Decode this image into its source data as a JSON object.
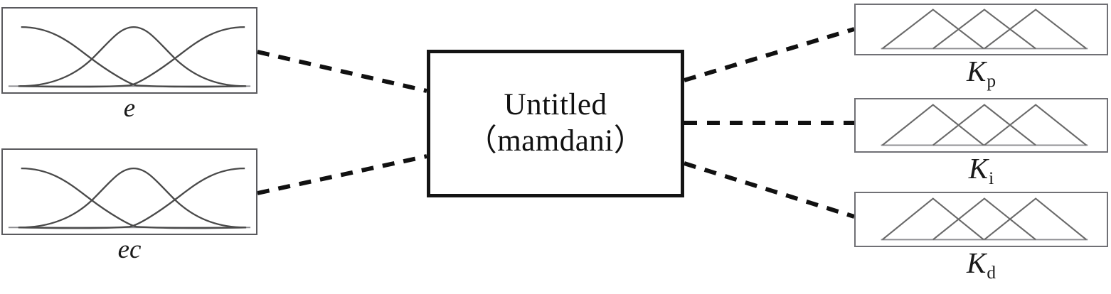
{
  "diagram": {
    "type": "fuzzy-inference-system-block-diagram",
    "system_name": "Untitled",
    "inference_type": "（mamdani）",
    "colors": {
      "background": "#ffffff",
      "fis_border": "#141414",
      "variable_border": "#5a5a5e",
      "output_variable_border": "#707075",
      "curve": "#4a4a4a",
      "link": "#111111",
      "text": "#111111"
    }
  },
  "inputs": [
    {
      "name": "input-e",
      "label": "e",
      "mf_shape": "gaussian",
      "mf_count": 3,
      "description": "error input variable with three gaussian membership functions"
    },
    {
      "name": "input-ec",
      "label": "ec",
      "mf_shape": "gaussian",
      "mf_count": 3,
      "description": "error-change input variable with three gaussian membership functions"
    }
  ],
  "outputs": [
    {
      "name": "output-kp",
      "label": "K",
      "subscript": "p",
      "mf_shape": "triangular",
      "mf_count": 3,
      "description": "proportional gain output with three triangular membership functions"
    },
    {
      "name": "output-ki",
      "label": "K",
      "subscript": "i",
      "mf_shape": "triangular",
      "mf_count": 3,
      "description": "integral gain output with three triangular membership functions"
    },
    {
      "name": "output-kd",
      "label": "K",
      "subscript": "d",
      "mf_shape": "triangular",
      "mf_count": 3,
      "description": "derivative gain output with three triangular membership functions"
    }
  ],
  "connections": [
    {
      "name": "link-e-to-fis",
      "from": "input-e",
      "to": "fis-block",
      "style": "dashed"
    },
    {
      "name": "link-ec-to-fis",
      "from": "input-ec",
      "to": "fis-block",
      "style": "dashed"
    },
    {
      "name": "link-fis-to-kp",
      "from": "fis-block",
      "to": "output-kp",
      "style": "dashed"
    },
    {
      "name": "link-fis-to-ki",
      "from": "fis-block",
      "to": "output-ki",
      "style": "dashed"
    },
    {
      "name": "link-fis-to-kd",
      "from": "fis-block",
      "to": "output-kd",
      "style": "dashed"
    }
  ]
}
